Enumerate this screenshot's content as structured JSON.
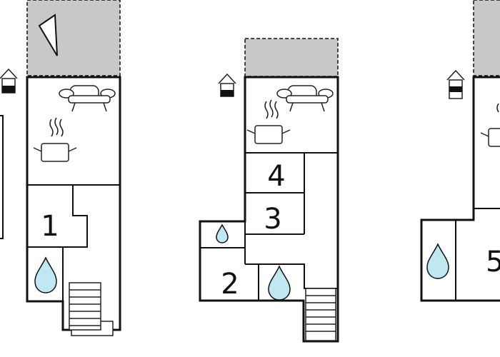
{
  "floors": [
    {
      "id": "floor-left",
      "rooms": [
        {
          "label": "1"
        }
      ]
    },
    {
      "id": "floor-middle",
      "rooms": [
        {
          "label": "4"
        },
        {
          "label": "3"
        },
        {
          "label": "2"
        }
      ]
    },
    {
      "id": "floor-right",
      "rooms": [
        {
          "label": "5"
        }
      ]
    }
  ],
  "icons": [
    "house-level-icon",
    "sofa-icon",
    "kitchen-pot-icon",
    "water-drop-icon",
    "stairs-icon",
    "compass-arrow-icon"
  ],
  "colors": {
    "wall": "#111111",
    "terrace": "#c8c8c8",
    "water": "#bfe8f2",
    "background": "#ffffff"
  }
}
